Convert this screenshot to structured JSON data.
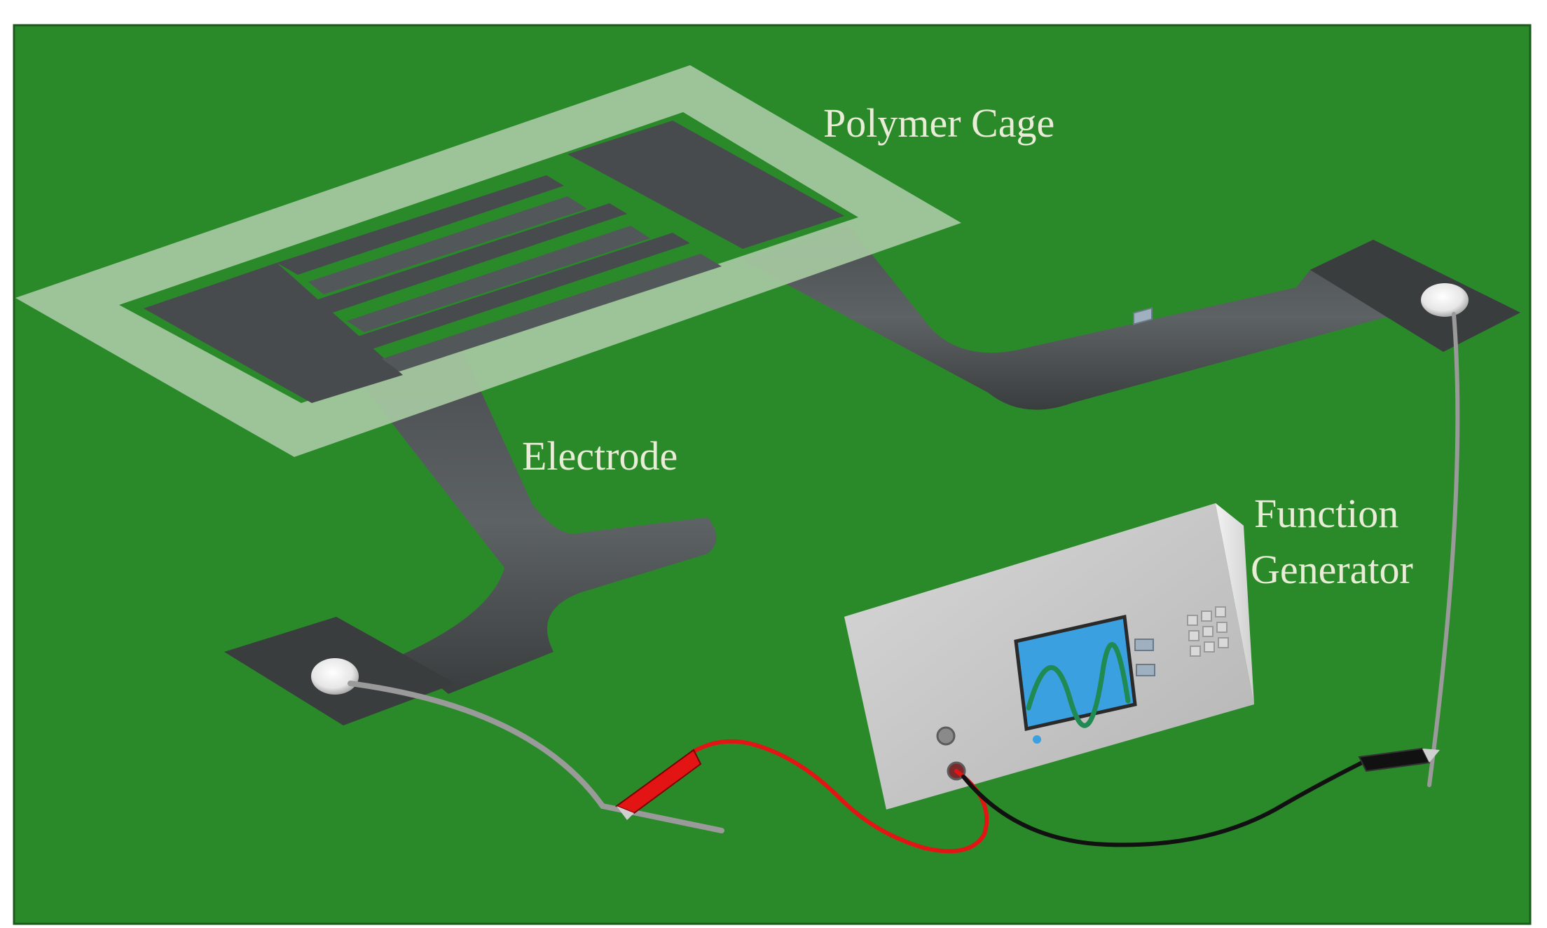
{
  "labels": {
    "polymer_cage": "Polymer Cage",
    "electrode": "Electrode",
    "function_generator_line1": "Function",
    "function_generator_line2": "Generator"
  },
  "colors": {
    "background_green": "#2a8a2a",
    "cage_translucent": "#a7c9a2",
    "electrode_dark": "#3f4344",
    "screen_blue": "#3aa0e0",
    "waveform_green": "#1f8a52",
    "red_lead": "#e21414",
    "black_lead": "#111111",
    "generator_body": "#c9c9c9",
    "label_text": "#e9ecd6"
  }
}
